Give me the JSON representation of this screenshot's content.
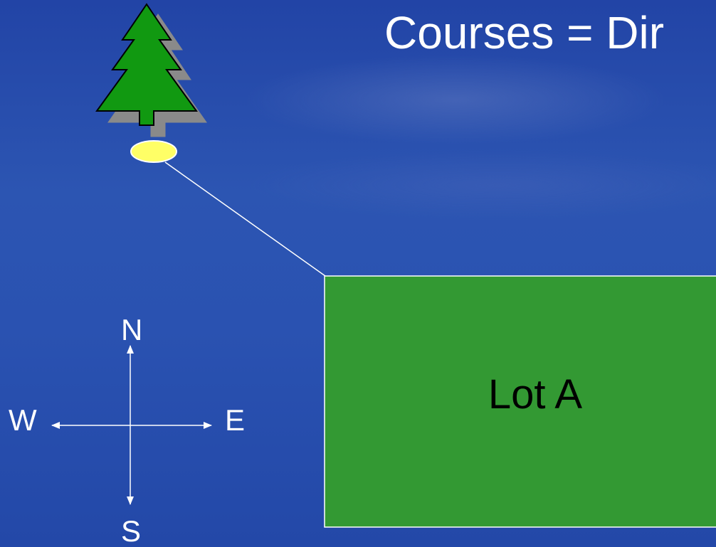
{
  "title": "Courses = Dir",
  "compass": {
    "north": "N",
    "south": "S",
    "east": "E",
    "west": "W"
  },
  "lot": {
    "label": "Lot A",
    "fill_color": "#339933"
  },
  "colors": {
    "background": "#2a50b0",
    "tree_green": "#119911",
    "marker_yellow": "#ffff66",
    "shadow_gray": "#8a8a8a",
    "line_white": "#ffffff"
  },
  "icons": {
    "tree": "tree-icon",
    "marker": "monument-marker"
  }
}
